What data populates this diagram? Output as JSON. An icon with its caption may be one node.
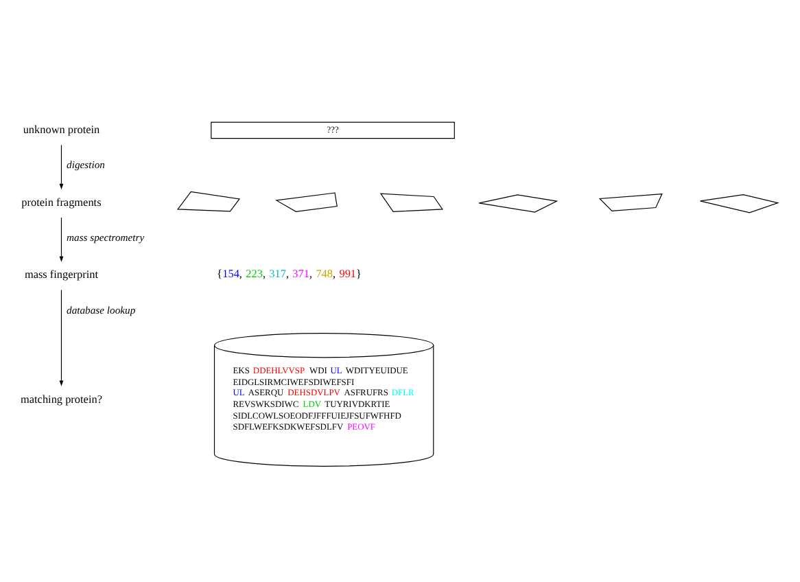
{
  "diagram": {
    "nodes": [
      {
        "text": [
          "unknown protein"
        ]
      },
      {
        "text": [
          "???"
        ]
      },
      {
        "text": [
          "protein fragments"
        ]
      },
      {
        "text": [],
        "shape": "box"
      },
      {
        "text": [],
        "shape": "box"
      },
      {
        "text": [],
        "shape": "box"
      },
      {
        "text": [],
        "shape": "box"
      },
      {
        "text": [],
        "shape": "box"
      },
      {
        "text": [],
        "shape": "box"
      },
      {
        "text": [
          "mass fingerprint"
        ]
      },
      {
        "text": [
          "matching protein?"
        ]
      },
      {
        "text": [
          "EKS DDEHLVVSP WDI UL WDITYEUIDUE",
          "EIDGLSIRMCIWEFSDIWEFSFI",
          "UL ASERQU DEHSDVLPV ASFRUFRS DFLR",
          "REVSWKSDIWC LDV TUYRIVDKRTIE",
          "SIDLCOWLSOEODFJFFFUIEJFSUFWFHFD",
          "SDFLWEFKSDKWEFSDLFV PEOVF"
        ]
      }
    ],
    "edges": [
      {
        "from": 0,
        "to": 2,
        "arrow": "to",
        "label": "digestion"
      },
      {
        "from": 2,
        "to": 9,
        "arrow": "to",
        "label": "mass spectrometry"
      },
      {
        "from": 9,
        "to": 10,
        "arrow": "to",
        "label": "database lookup"
      }
    ],
    "labels": [
      "{154, 223, 317, 371, 748, 991}"
    ]
  }
}
